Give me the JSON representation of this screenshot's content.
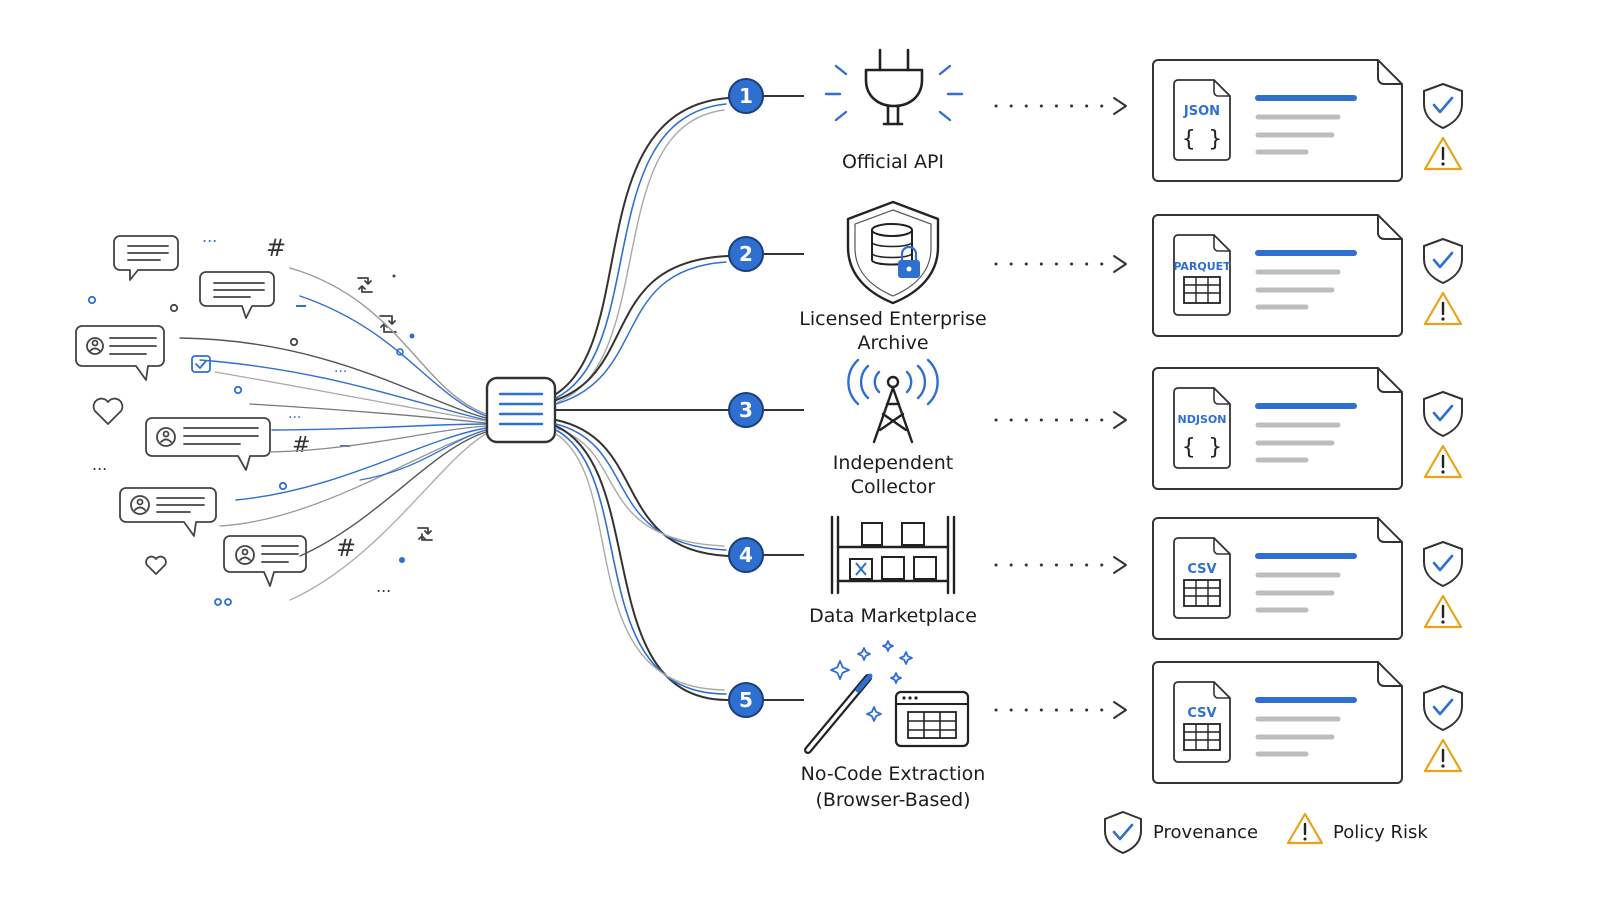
{
  "pipelines": [
    {
      "number": "1",
      "label_lines": [
        "Official API"
      ],
      "format": "JSON",
      "format_icon": "braces-icon",
      "source_icon": "plug-icon"
    },
    {
      "number": "2",
      "label_lines": [
        "Licensed Enterprise",
        "Archive"
      ],
      "format": "PARQUET",
      "format_icon": "grid-icon",
      "source_icon": "shield-database-lock-icon"
    },
    {
      "number": "3",
      "label_lines": [
        "Independent",
        "Collector"
      ],
      "format": "NDJSON",
      "format_icon": "braces-icon",
      "source_icon": "antenna-tower-icon"
    },
    {
      "number": "4",
      "label_lines": [
        "Data Marketplace"
      ],
      "format": "CSV",
      "format_icon": "grid-icon",
      "source_icon": "warehouse-shelf-icon"
    },
    {
      "number": "5",
      "label_lines": [
        "No-Code Extraction",
        "(Browser-Based)"
      ],
      "format": "CSV",
      "format_icon": "grid-icon",
      "source_icon": "magic-wand-browser-icon"
    }
  ],
  "legend": {
    "provenance": "Provenance",
    "policy_risk": "Policy Risk"
  },
  "left_symbols": {
    "hash": "#",
    "ellipsis": "..."
  },
  "colors": {
    "accent": "#2f6fd0",
    "ink": "#2a2a2a",
    "warning": "#e8a317",
    "muted": "#b8b8b8"
  }
}
